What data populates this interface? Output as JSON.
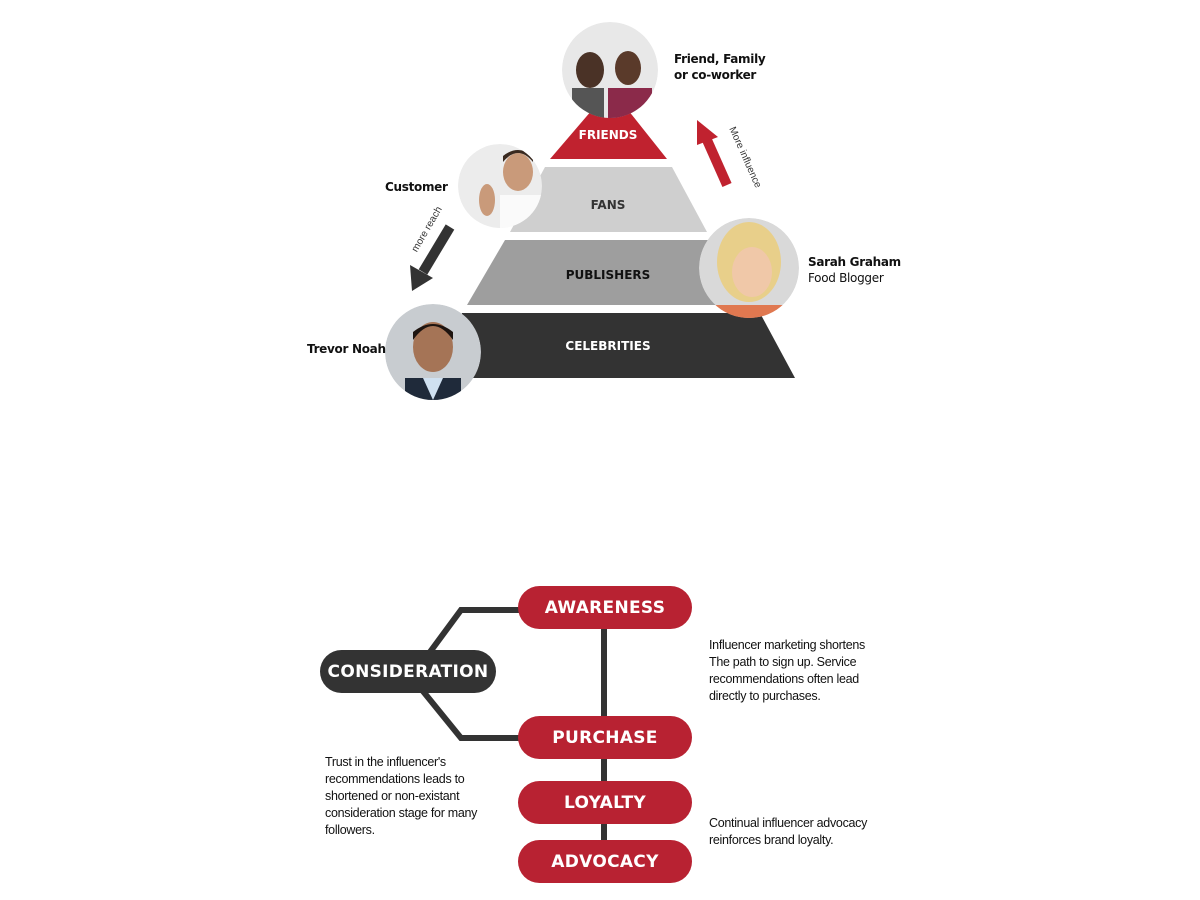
{
  "pyramid": {
    "tiers": [
      {
        "label": "FRIENDS",
        "color": "#c0222f",
        "text_color": "#ffffff"
      },
      {
        "label": "FANS",
        "color": "#cfcfcf",
        "text_color": "#333333"
      },
      {
        "label": "PUBLISHERS",
        "color": "#9e9e9e",
        "text_color": "#111111"
      },
      {
        "label": "CELEBRITIES",
        "color": "#333333",
        "text_color": "#ffffff"
      }
    ],
    "people": {
      "friends": {
        "title": "Friend, Family",
        "title2": "or co-worker"
      },
      "customer": {
        "title": "Customer"
      },
      "blogger": {
        "title": "Sarah Graham",
        "subtitle": "Food Blogger"
      },
      "celebrity": {
        "title": "Trevor Noah"
      }
    },
    "arrows": {
      "influence": "More influence",
      "reach": "more reach"
    }
  },
  "journey": {
    "stages": {
      "awareness": "AWARENESS",
      "consideration": "CONSIDERATION",
      "purchase": "PURCHASE",
      "loyalty": "LOYALTY",
      "advocacy": "ADVOCACY"
    },
    "notes": {
      "right_top": [
        "Influencer marketing shortens",
        "The path to sign up. Service",
        "recommendations often lead",
        "directly to purchases."
      ],
      "left": [
        "Trust in the influencer's",
        "recommendations leads to",
        "shortened or non-existant",
        "consideration stage for many",
        "followers."
      ],
      "right_bottom": [
        "Continual influencer advocacy",
        "reinforces brand loyalty."
      ]
    },
    "accent": "#b82232"
  }
}
